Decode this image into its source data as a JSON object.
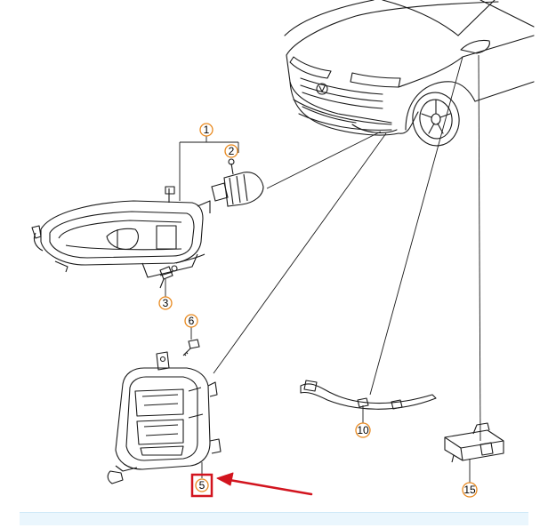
{
  "callouts": [
    {
      "id": "1",
      "label": "1"
    },
    {
      "id": "2",
      "label": "2"
    },
    {
      "id": "3",
      "label": "3"
    },
    {
      "id": "6",
      "label": "6"
    },
    {
      "id": "5",
      "label": "5"
    },
    {
      "id": "10",
      "label": "10"
    },
    {
      "id": "15",
      "label": "15"
    }
  ],
  "colors": {
    "callout_ring": "#e8891f",
    "highlight": "#d2141e",
    "line": "#1a1a1a"
  },
  "icons": {
    "pointer": "arrow-icon"
  }
}
